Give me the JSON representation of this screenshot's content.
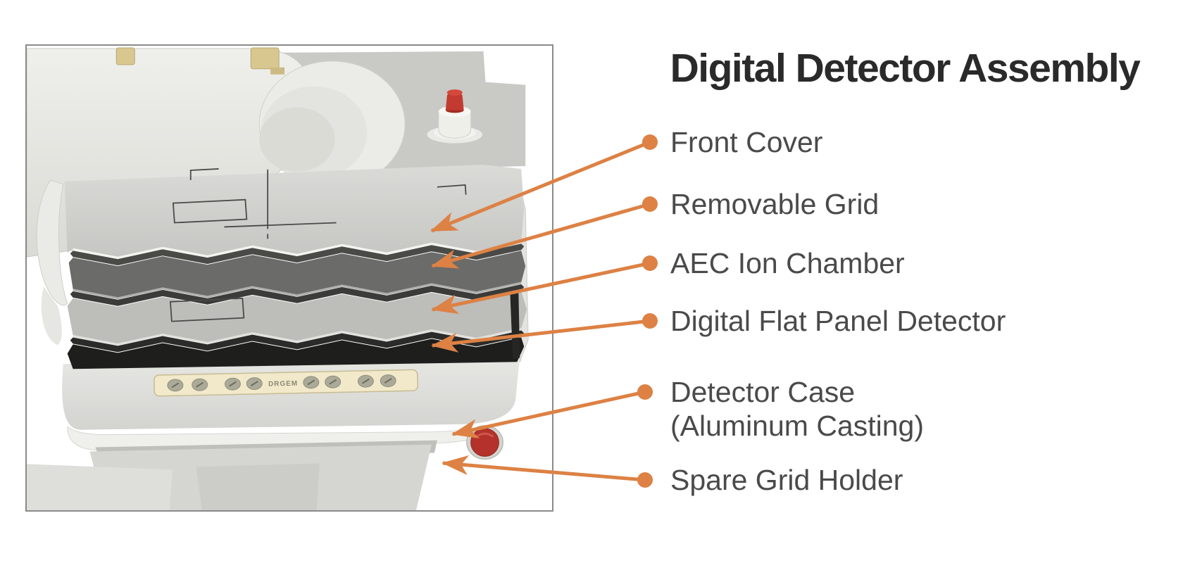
{
  "title": "Digital Detector Assembly",
  "figure": {
    "brand": "DRGEM"
  },
  "callouts": [
    {
      "label": "Front Cover"
    },
    {
      "label": "Removable Grid"
    },
    {
      "label": "AEC Ion Chamber"
    },
    {
      "label": "Digital Flat Panel Detector"
    },
    {
      "label": "Detector Case",
      "label2": "(Aluminum Casting)"
    },
    {
      "label": "Spare Grid Holder"
    }
  ],
  "colors": {
    "accent": "#DD8144",
    "label_text": "#4A4A4A",
    "title_text": "#2A2A2A",
    "frame_border": "#8A8A8A"
  }
}
